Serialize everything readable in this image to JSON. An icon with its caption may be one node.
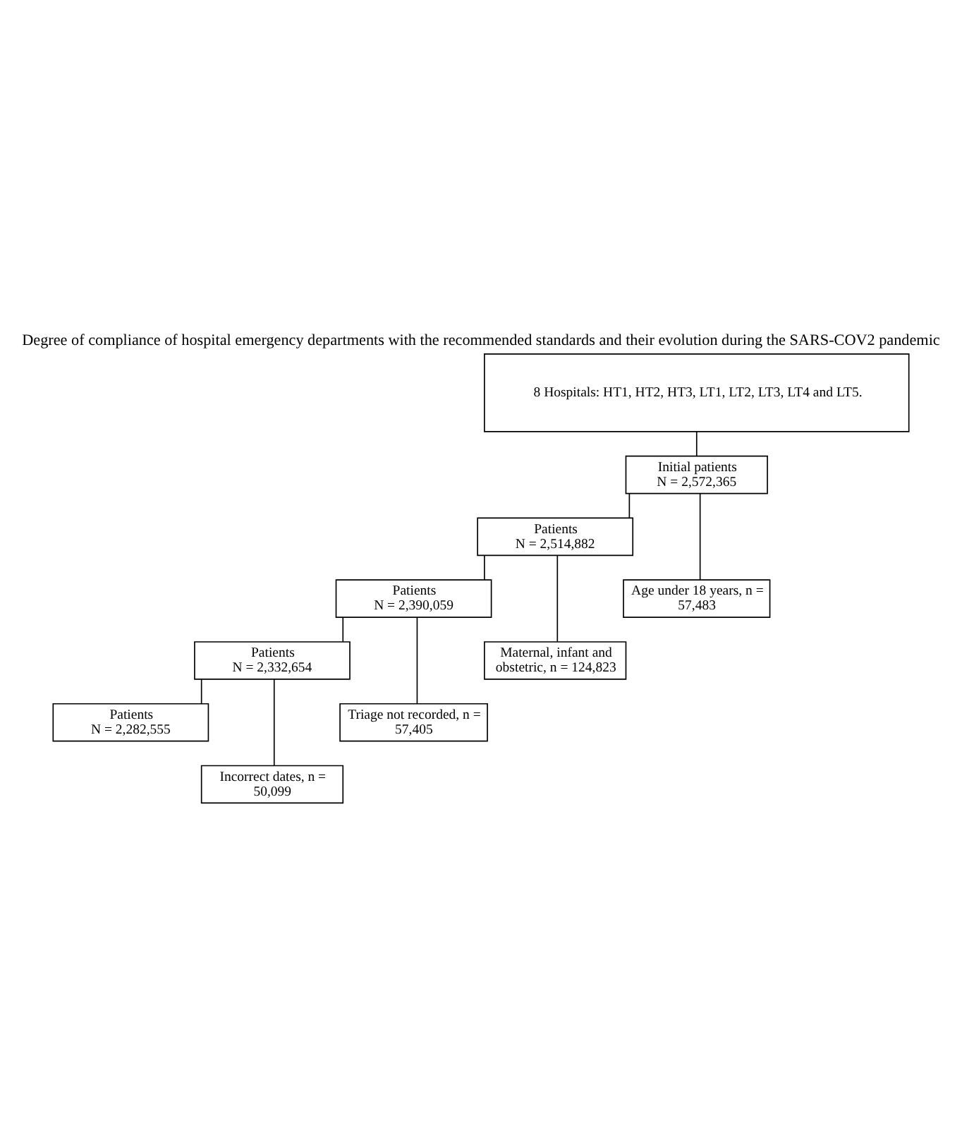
{
  "diagram": {
    "title": "Degree of compliance of hospital emergency departments with the recommended standards and their evolution during the SARS-COV2 pandemic",
    "nodes": [
      {
        "text": [
          "8 Hospitals: HT1, HT2, HT3, LT1, LT2, LT3, LT4 and LT5."
        ]
      },
      {
        "text": [
          "Initial patients",
          "N = 2,572,365"
        ]
      },
      {
        "text": [
          "Age under 18 years, n = 57,483"
        ]
      },
      {
        "text": [
          "Patients",
          "N = 2,514,882"
        ]
      },
      {
        "text": [
          "Maternal, infant and obstetric, n = 124,823"
        ]
      },
      {
        "text": [
          "Patients",
          "N = 2,390,059"
        ]
      },
      {
        "text": [
          "Triage not recorded, n = 57,405"
        ]
      },
      {
        "text": [
          "Patients",
          "N = 2,332,654"
        ]
      },
      {
        "text": [
          "Incorrect dates, n = 50,099"
        ]
      },
      {
        "text": [
          "Patients",
          "N = 2,282,555"
        ]
      }
    ],
    "edges": [
      {
        "from": 0,
        "to": 1,
        "arrow": "none"
      },
      {
        "from": 1,
        "to": 3,
        "arrow": "none"
      },
      {
        "from": 1,
        "to": 2,
        "arrow": "none"
      },
      {
        "from": 3,
        "to": 5,
        "arrow": "none"
      },
      {
        "from": 3,
        "to": 4,
        "arrow": "none"
      },
      {
        "from": 5,
        "to": 7,
        "arrow": "none"
      },
      {
        "from": 5,
        "to": 6,
        "arrow": "none"
      },
      {
        "from": 7,
        "to": 9,
        "arrow": "none"
      },
      {
        "from": 7,
        "to": 8,
        "arrow": "none"
      }
    ]
  }
}
